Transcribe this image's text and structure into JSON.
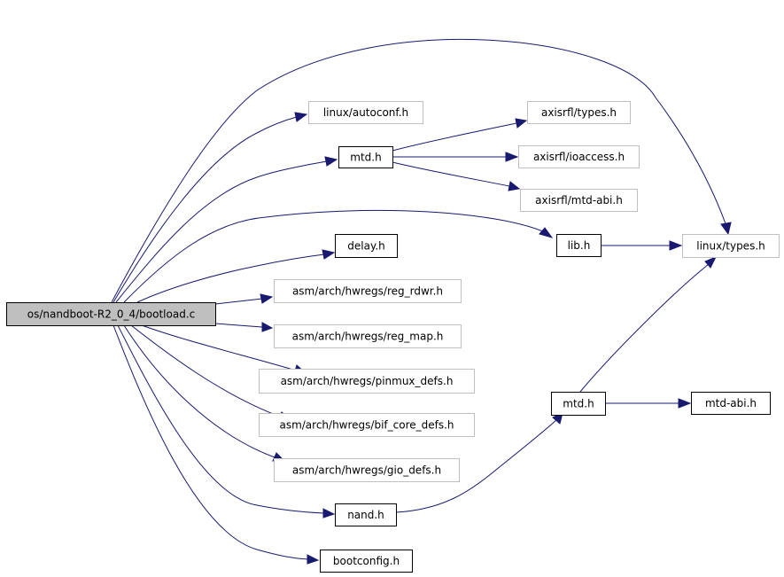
{
  "graph": {
    "colors": {
      "edge": "#191970",
      "root_fill": "#bfbfbf",
      "node_border": "#000000",
      "external_border": "#bfbfbf",
      "background": "#ffffff"
    },
    "nodes": [
      {
        "id": "root",
        "label": "os/nandboot-R2_0_4/bootload.c",
        "kind": "root"
      },
      {
        "id": "linux_autoconf",
        "label": "linux/autoconf.h",
        "kind": "external"
      },
      {
        "id": "mtd_top",
        "label": "mtd.h",
        "kind": "local"
      },
      {
        "id": "axis_types",
        "label": "axisrfl/types.h",
        "kind": "external"
      },
      {
        "id": "axis_ioaccess",
        "label": "axisrfl/ioaccess.h",
        "kind": "external"
      },
      {
        "id": "axis_mtdabi",
        "label": "axisrfl/mtd-abi.h",
        "kind": "external"
      },
      {
        "id": "lib",
        "label": "lib.h",
        "kind": "local"
      },
      {
        "id": "linux_types",
        "label": "linux/types.h",
        "kind": "external"
      },
      {
        "id": "delay",
        "label": "delay.h",
        "kind": "local"
      },
      {
        "id": "reg_rdwr",
        "label": "asm/arch/hwregs/reg_rdwr.h",
        "kind": "external"
      },
      {
        "id": "reg_map",
        "label": "asm/arch/hwregs/reg_map.h",
        "kind": "external"
      },
      {
        "id": "pinmux",
        "label": "asm/arch/hwregs/pinmux_defs.h",
        "kind": "external"
      },
      {
        "id": "bif_core",
        "label": "asm/arch/hwregs/bif_core_defs.h",
        "kind": "external"
      },
      {
        "id": "gio",
        "label": "asm/arch/hwregs/gio_defs.h",
        "kind": "external"
      },
      {
        "id": "mtd_low",
        "label": "mtd.h",
        "kind": "local"
      },
      {
        "id": "mtd_abi",
        "label": "mtd-abi.h",
        "kind": "local"
      },
      {
        "id": "nand",
        "label": "nand.h",
        "kind": "local"
      },
      {
        "id": "bootconfig",
        "label": "bootconfig.h",
        "kind": "local"
      }
    ],
    "edges": [
      {
        "from": "root",
        "to": "linux_types"
      },
      {
        "from": "root",
        "to": "linux_autoconf"
      },
      {
        "from": "root",
        "to": "mtd_top"
      },
      {
        "from": "root",
        "to": "lib"
      },
      {
        "from": "root",
        "to": "delay"
      },
      {
        "from": "root",
        "to": "reg_rdwr"
      },
      {
        "from": "root",
        "to": "reg_map"
      },
      {
        "from": "root",
        "to": "pinmux"
      },
      {
        "from": "root",
        "to": "bif_core"
      },
      {
        "from": "root",
        "to": "gio"
      },
      {
        "from": "root",
        "to": "nand"
      },
      {
        "from": "root",
        "to": "bootconfig"
      },
      {
        "from": "mtd_top",
        "to": "axis_types"
      },
      {
        "from": "mtd_top",
        "to": "axis_ioaccess"
      },
      {
        "from": "mtd_top",
        "to": "axis_mtdabi"
      },
      {
        "from": "lib",
        "to": "linux_types"
      },
      {
        "from": "nand",
        "to": "mtd_low"
      },
      {
        "from": "mtd_low",
        "to": "linux_types"
      },
      {
        "from": "mtd_low",
        "to": "mtd_abi"
      }
    ]
  }
}
